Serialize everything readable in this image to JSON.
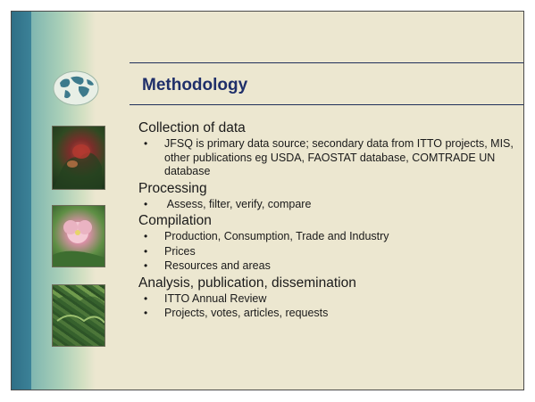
{
  "slide": {
    "title": "Methodology",
    "sections": [
      {
        "heading": "Collection of data",
        "bullets": [
          "JFSQ is primary data source; secondary data from ITTO projects, MIS, other publications eg USDA, FAOSTAT database, COMTRADE UN database"
        ]
      },
      {
        "heading": "Processing",
        "bullets": [
          " Assess, filter, verify, compare"
        ]
      },
      {
        "heading": "Compilation",
        "bullets": [
          "Production, Consumption, Trade and Industry",
          "Prices",
          "Resources and areas"
        ]
      },
      {
        "heading": "Analysis, publication, dissemination",
        "bullets": [
          "ITTO Annual Review",
          "Projects, votes, articles, requests"
        ]
      }
    ]
  },
  "colors": {
    "background": "#ece7d0",
    "title": "#1f2f6a",
    "strip": "#2f6f86"
  },
  "images": [
    "globe-logo",
    "rainforest-photo",
    "flower-photo",
    "forest-canopy-photo"
  ]
}
